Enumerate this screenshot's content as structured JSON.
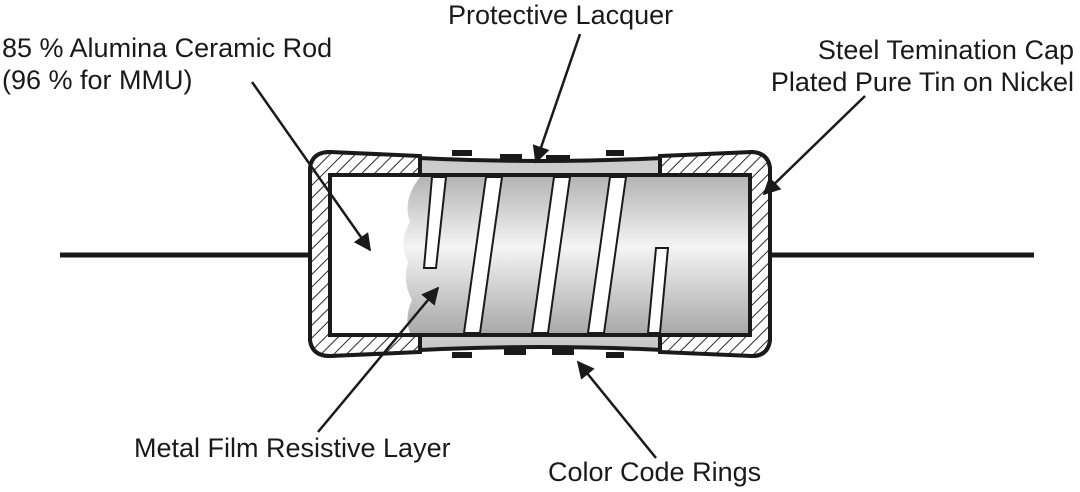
{
  "labels": {
    "rod_line1": "85 % Alumina Ceramic Rod",
    "rod_line2": "(96 % for MMU)",
    "lacquer": "Protective Lacquer",
    "cap_line1": "Steel Temination Cap",
    "cap_line2": "Plated Pure Tin on Nickel",
    "film": "Metal Film Resistive Layer",
    "rings": "Color Code Rings"
  },
  "colors": {
    "outline": "#1a1a1a",
    "hatch": "#2a2a2a",
    "rod_fill": "#ffffff",
    "lacquer_fill": "#d7d7d7",
    "film_light": "#f4f4f4",
    "film_dark": "#a9a9a9"
  }
}
